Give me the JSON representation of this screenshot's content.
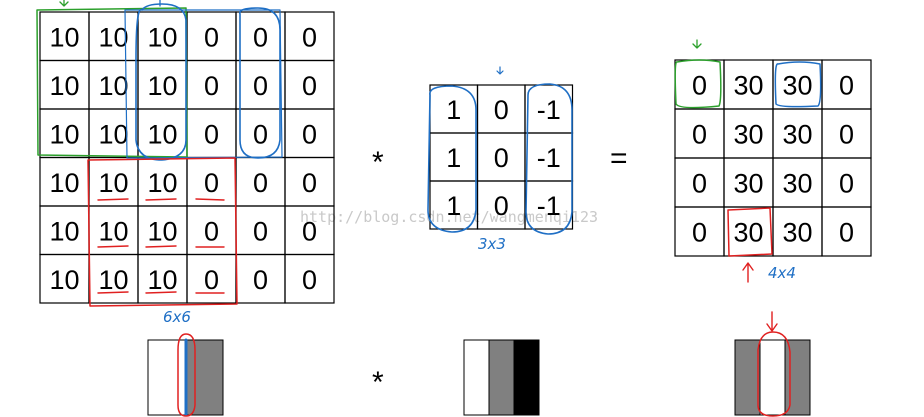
{
  "input_matrix": {
    "rows": [
      [
        "10",
        "10",
        "10",
        "0",
        "0",
        "0"
      ],
      [
        "10",
        "10",
        "10",
        "0",
        "0",
        "0"
      ],
      [
        "10",
        "10",
        "10",
        "0",
        "0",
        "0"
      ],
      [
        "10",
        "10",
        "10",
        "0",
        "0",
        "0"
      ],
      [
        "10",
        "10",
        "10",
        "0",
        "0",
        "0"
      ],
      [
        "10",
        "10",
        "10",
        "0",
        "0",
        "0"
      ]
    ],
    "size_label": "6x6"
  },
  "filter_matrix": {
    "rows": [
      [
        "1",
        "0",
        "-1"
      ],
      [
        "1",
        "0",
        "-1"
      ],
      [
        "1",
        "0",
        "-1"
      ]
    ],
    "size_label": "3x3"
  },
  "output_matrix": {
    "rows": [
      [
        "0",
        "30",
        "30",
        "0"
      ],
      [
        "0",
        "30",
        "30",
        "0"
      ],
      [
        "0",
        "30",
        "30",
        "0"
      ],
      [
        "0",
        "30",
        "30",
        "0"
      ]
    ],
    "size_label": "4x4"
  },
  "operators": {
    "convolve": "*",
    "equals": "=",
    "convolve_bottom": "*"
  },
  "watermark": "http://blog.csdn.net/wangmenqi123",
  "image_strips": {
    "input": [
      "#ffffff",
      "#808080"
    ],
    "filter": [
      "#ffffff",
      "#808080",
      "#000000"
    ],
    "output": [
      "#808080",
      "#ffffff",
      "#808080"
    ]
  },
  "colors": {
    "grid_line": "#000000",
    "annotation_green": "#2ca02c",
    "annotation_blue": "#1f6fc5",
    "annotation_red": "#e02020"
  }
}
